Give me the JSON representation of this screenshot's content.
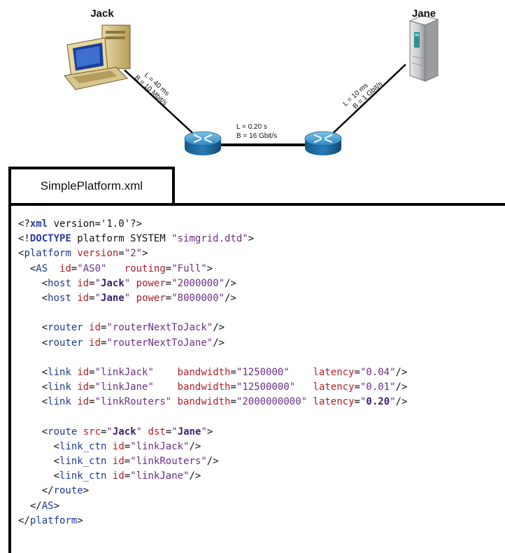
{
  "diagram": {
    "nodes": {
      "jack": "Jack",
      "jane": "Jane"
    },
    "links": {
      "jack_link": {
        "latency": "L = 40 ms",
        "bandwidth": "B = 10 Mbit/s"
      },
      "routers_link": {
        "latency": "L = 0.20 s",
        "bandwidth": "B = 16 Gbit/s"
      },
      "jane_link": {
        "latency": "L = 10 ms",
        "bandwidth": "B = 1 Gbit/s"
      }
    }
  },
  "file_tab": {
    "name": "SimplePlatform.xml"
  },
  "code": {
    "lines": [
      [
        {
          "c": "txt",
          "t": "<?"
        },
        {
          "c": "kw",
          "t": "xml"
        },
        {
          "c": "txt",
          "t": " version='1.0'?>"
        }
      ],
      [
        {
          "c": "txt",
          "t": "<!"
        },
        {
          "c": "kw",
          "t": "DOCTYPE"
        },
        {
          "c": "txt",
          "t": " platform SYSTEM "
        },
        {
          "c": "val",
          "t": "\"simgrid.dtd\""
        },
        {
          "c": "txt",
          "t": ">"
        }
      ],
      [
        {
          "c": "txt",
          "t": "<"
        },
        {
          "c": "tag",
          "t": "platform"
        },
        {
          "c": "txt",
          "t": " "
        },
        {
          "c": "att",
          "t": "version"
        },
        {
          "c": "txt",
          "t": "="
        },
        {
          "c": "val",
          "t": "\"2\""
        },
        {
          "c": "txt",
          "t": ">"
        }
      ],
      [
        {
          "c": "txt",
          "t": "  <"
        },
        {
          "c": "tag",
          "t": "AS"
        },
        {
          "c": "txt",
          "t": "  "
        },
        {
          "c": "att",
          "t": "id"
        },
        {
          "c": "txt",
          "t": "="
        },
        {
          "c": "val",
          "t": "\"AS0\""
        },
        {
          "c": "txt",
          "t": "   "
        },
        {
          "c": "att",
          "t": "routing"
        },
        {
          "c": "txt",
          "t": "="
        },
        {
          "c": "val",
          "t": "\"Full\""
        },
        {
          "c": "txt",
          "t": ">"
        }
      ],
      [
        {
          "c": "txt",
          "t": "    <"
        },
        {
          "c": "tag",
          "t": "host"
        },
        {
          "c": "txt",
          "t": " "
        },
        {
          "c": "att",
          "t": "id"
        },
        {
          "c": "txt",
          "t": "="
        },
        {
          "c": "val",
          "t": "\""
        },
        {
          "c": "bval",
          "t": "Jack"
        },
        {
          "c": "val",
          "t": "\""
        },
        {
          "c": "txt",
          "t": " "
        },
        {
          "c": "att",
          "t": "power"
        },
        {
          "c": "txt",
          "t": "="
        },
        {
          "c": "val",
          "t": "\"2000000\""
        },
        {
          "c": "txt",
          "t": "/>"
        }
      ],
      [
        {
          "c": "txt",
          "t": "    <"
        },
        {
          "c": "tag",
          "t": "host"
        },
        {
          "c": "txt",
          "t": " "
        },
        {
          "c": "att",
          "t": "id"
        },
        {
          "c": "txt",
          "t": "="
        },
        {
          "c": "val",
          "t": "\""
        },
        {
          "c": "bval",
          "t": "Jane"
        },
        {
          "c": "val",
          "t": "\""
        },
        {
          "c": "txt",
          "t": " "
        },
        {
          "c": "att",
          "t": "power"
        },
        {
          "c": "txt",
          "t": "="
        },
        {
          "c": "val",
          "t": "\"8000000\""
        },
        {
          "c": "txt",
          "t": "/>"
        }
      ],
      [],
      [
        {
          "c": "txt",
          "t": "    <"
        },
        {
          "c": "tag",
          "t": "router"
        },
        {
          "c": "txt",
          "t": " "
        },
        {
          "c": "att",
          "t": "id"
        },
        {
          "c": "txt",
          "t": "="
        },
        {
          "c": "val",
          "t": "\"routerNextToJack\""
        },
        {
          "c": "txt",
          "t": "/>"
        }
      ],
      [
        {
          "c": "txt",
          "t": "    <"
        },
        {
          "c": "tag",
          "t": "router"
        },
        {
          "c": "txt",
          "t": " "
        },
        {
          "c": "att",
          "t": "id"
        },
        {
          "c": "txt",
          "t": "="
        },
        {
          "c": "val",
          "t": "\"routerNextToJane\""
        },
        {
          "c": "txt",
          "t": "/>"
        }
      ],
      [],
      [
        {
          "c": "txt",
          "t": "    <"
        },
        {
          "c": "tag",
          "t": "link"
        },
        {
          "c": "txt",
          "t": " "
        },
        {
          "c": "att",
          "t": "id"
        },
        {
          "c": "txt",
          "t": "="
        },
        {
          "c": "val",
          "t": "\"linkJack\""
        },
        {
          "c": "txt",
          "t": "    "
        },
        {
          "c": "att",
          "t": "bandwidth"
        },
        {
          "c": "txt",
          "t": "="
        },
        {
          "c": "val",
          "t": "\"1250000\""
        },
        {
          "c": "txt",
          "t": "    "
        },
        {
          "c": "att",
          "t": "latency"
        },
        {
          "c": "txt",
          "t": "="
        },
        {
          "c": "val",
          "t": "\"0.04\""
        },
        {
          "c": "txt",
          "t": "/>"
        }
      ],
      [
        {
          "c": "txt",
          "t": "    <"
        },
        {
          "c": "tag",
          "t": "link"
        },
        {
          "c": "txt",
          "t": " "
        },
        {
          "c": "att",
          "t": "id"
        },
        {
          "c": "txt",
          "t": "="
        },
        {
          "c": "val",
          "t": "\"linkJane\""
        },
        {
          "c": "txt",
          "t": "    "
        },
        {
          "c": "att",
          "t": "bandwidth"
        },
        {
          "c": "txt",
          "t": "="
        },
        {
          "c": "val",
          "t": "\"12500000\""
        },
        {
          "c": "txt",
          "t": "   "
        },
        {
          "c": "att",
          "t": "latency"
        },
        {
          "c": "txt",
          "t": "="
        },
        {
          "c": "val",
          "t": "\"0.01\""
        },
        {
          "c": "txt",
          "t": "/>"
        }
      ],
      [
        {
          "c": "txt",
          "t": "    <"
        },
        {
          "c": "tag",
          "t": "link"
        },
        {
          "c": "txt",
          "t": " "
        },
        {
          "c": "att",
          "t": "id"
        },
        {
          "c": "txt",
          "t": "="
        },
        {
          "c": "val",
          "t": "\"linkRouters\""
        },
        {
          "c": "txt",
          "t": " "
        },
        {
          "c": "att",
          "t": "bandwidth"
        },
        {
          "c": "txt",
          "t": "="
        },
        {
          "c": "val",
          "t": "\"2000000000\""
        },
        {
          "c": "txt",
          "t": " "
        },
        {
          "c": "att",
          "t": "latency"
        },
        {
          "c": "txt",
          "t": "="
        },
        {
          "c": "val",
          "t": "\""
        },
        {
          "c": "bval",
          "t": "0.20"
        },
        {
          "c": "val",
          "t": "\""
        },
        {
          "c": "txt",
          "t": "/>"
        }
      ],
      [],
      [
        {
          "c": "txt",
          "t": "    <"
        },
        {
          "c": "tag",
          "t": "route"
        },
        {
          "c": "txt",
          "t": " "
        },
        {
          "c": "att",
          "t": "src"
        },
        {
          "c": "txt",
          "t": "="
        },
        {
          "c": "val",
          "t": "\""
        },
        {
          "c": "bval",
          "t": "Jack"
        },
        {
          "c": "val",
          "t": "\""
        },
        {
          "c": "txt",
          "t": " "
        },
        {
          "c": "att",
          "t": "dst"
        },
        {
          "c": "txt",
          "t": "="
        },
        {
          "c": "val",
          "t": "\""
        },
        {
          "c": "bval",
          "t": "Jane"
        },
        {
          "c": "val",
          "t": "\""
        },
        {
          "c": "txt",
          "t": ">"
        }
      ],
      [
        {
          "c": "txt",
          "t": "      <"
        },
        {
          "c": "tag",
          "t": "link_ctn"
        },
        {
          "c": "txt",
          "t": " "
        },
        {
          "c": "att",
          "t": "id"
        },
        {
          "c": "txt",
          "t": "="
        },
        {
          "c": "val",
          "t": "\"linkJack\""
        },
        {
          "c": "txt",
          "t": "/>"
        }
      ],
      [
        {
          "c": "txt",
          "t": "      <"
        },
        {
          "c": "tag",
          "t": "link_ctn"
        },
        {
          "c": "txt",
          "t": " "
        },
        {
          "c": "att",
          "t": "id"
        },
        {
          "c": "txt",
          "t": "="
        },
        {
          "c": "val",
          "t": "\"linkRouters\""
        },
        {
          "c": "txt",
          "t": "/>"
        }
      ],
      [
        {
          "c": "txt",
          "t": "      <"
        },
        {
          "c": "tag",
          "t": "link_ctn"
        },
        {
          "c": "txt",
          "t": " "
        },
        {
          "c": "att",
          "t": "id"
        },
        {
          "c": "txt",
          "t": "="
        },
        {
          "c": "val",
          "t": "\"linkJane\""
        },
        {
          "c": "txt",
          "t": "/>"
        }
      ],
      [
        {
          "c": "txt",
          "t": "    </"
        },
        {
          "c": "tag",
          "t": "route"
        },
        {
          "c": "txt",
          "t": ">"
        }
      ],
      [
        {
          "c": "txt",
          "t": "  </"
        },
        {
          "c": "tag",
          "t": "AS"
        },
        {
          "c": "txt",
          "t": ">"
        }
      ],
      [
        {
          "c": "txt",
          "t": "</"
        },
        {
          "c": "tag",
          "t": "platform"
        },
        {
          "c": "txt",
          "t": ">"
        }
      ]
    ]
  }
}
